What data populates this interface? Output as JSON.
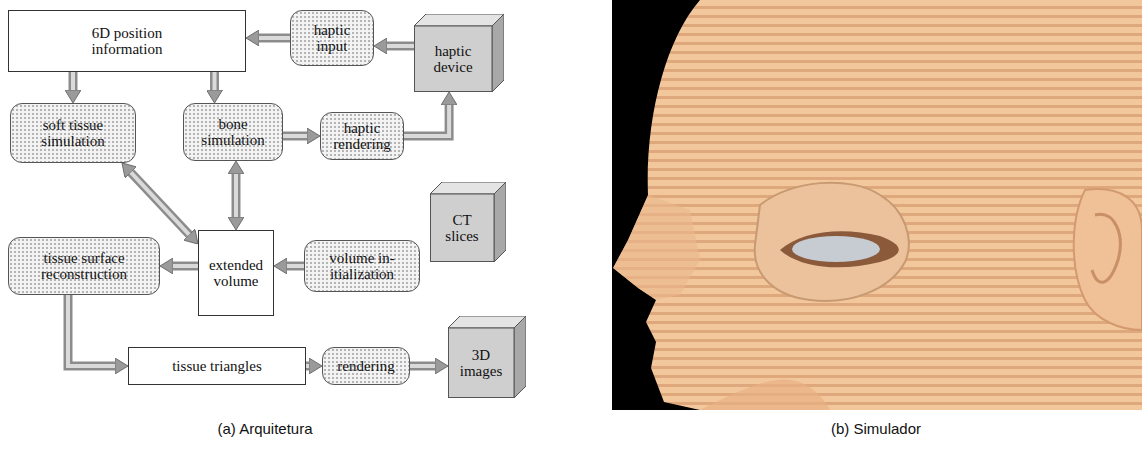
{
  "diagram": {
    "nodes": [
      {
        "text": [
          "6D position information"
        ]
      },
      {
        "text": [
          "haptic input"
        ]
      },
      {
        "text": [
          "haptic device"
        ]
      },
      {
        "text": [
          "soft tissue simulation"
        ]
      },
      {
        "text": [
          "bone simulation"
        ]
      },
      {
        "text": [
          "haptic rendering"
        ]
      },
      {
        "text": [
          "CT slices"
        ]
      },
      {
        "text": [
          "tissue surface reconstruction"
        ]
      },
      {
        "text": [
          "extended volume"
        ]
      },
      {
        "text": [
          "volume in- itialization"
        ]
      },
      {
        "text": [
          "tissue triangles"
        ]
      },
      {
        "text": [
          "rendering"
        ]
      },
      {
        "text": [
          "3D images"
        ]
      }
    ],
    "edges": [
      {
        "from": 2,
        "to": 1,
        "arrow": "to"
      },
      {
        "from": 1,
        "to": 0,
        "arrow": "to"
      },
      {
        "from": 0,
        "to": 3,
        "arrow": "to"
      },
      {
        "from": 0,
        "to": 4,
        "arrow": "to"
      },
      {
        "from": 4,
        "to": 5,
        "arrow": "to"
      },
      {
        "from": 5,
        "to": 2,
        "arrow": "to"
      },
      {
        "from": 3,
        "to": 8,
        "arrow": "both"
      },
      {
        "from": 4,
        "to": 8,
        "arrow": "both"
      },
      {
        "from": 6,
        "to": 9,
        "arrow": "to"
      },
      {
        "from": 9,
        "to": 8,
        "arrow": "to"
      },
      {
        "from": 8,
        "to": 7,
        "arrow": "to"
      },
      {
        "from": 7,
        "to": 10,
        "arrow": "to"
      },
      {
        "from": 10,
        "to": 11,
        "arrow": "to"
      },
      {
        "from": 11,
        "to": 12,
        "arrow": "to"
      }
    ],
    "labels": [
      "(a) Arquitetura",
      "(b) Simulador"
    ]
  }
}
